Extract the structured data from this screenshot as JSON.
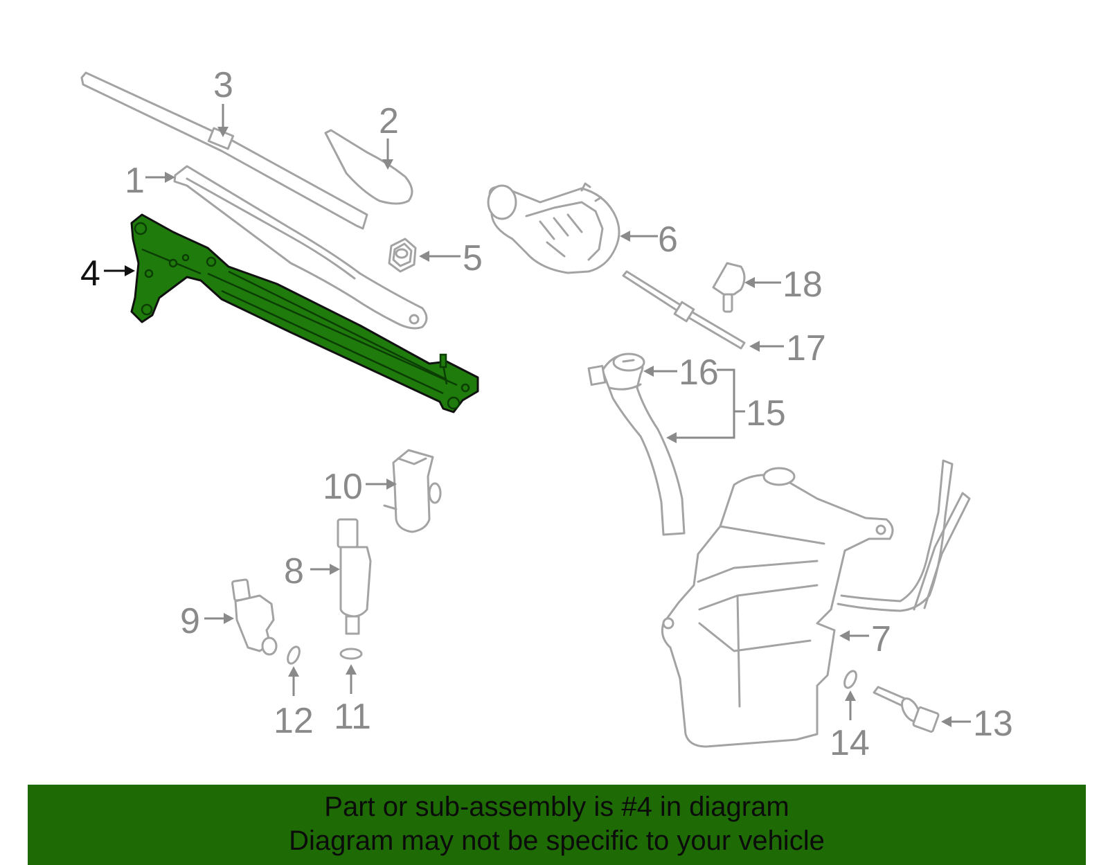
{
  "callouts": {
    "c1": "1",
    "c2": "2",
    "c3": "3",
    "c4": "4",
    "c5": "5",
    "c6": "6",
    "c7": "7",
    "c8": "8",
    "c9": "9",
    "c10": "10",
    "c11": "11",
    "c12": "12",
    "c13": "13",
    "c14": "14",
    "c15": "15",
    "c16": "16",
    "c17": "17",
    "c18": "18"
  },
  "highlighted_part": "4",
  "colors": {
    "highlight": "#1e7b0c",
    "banner": "#1e6b06",
    "part_outline": "#a3a3a3",
    "callout": "#8a8a8a"
  },
  "banner": {
    "line1": "Part or sub-assembly is #4 in diagram",
    "line2": "Diagram may not be specific to your vehicle"
  }
}
